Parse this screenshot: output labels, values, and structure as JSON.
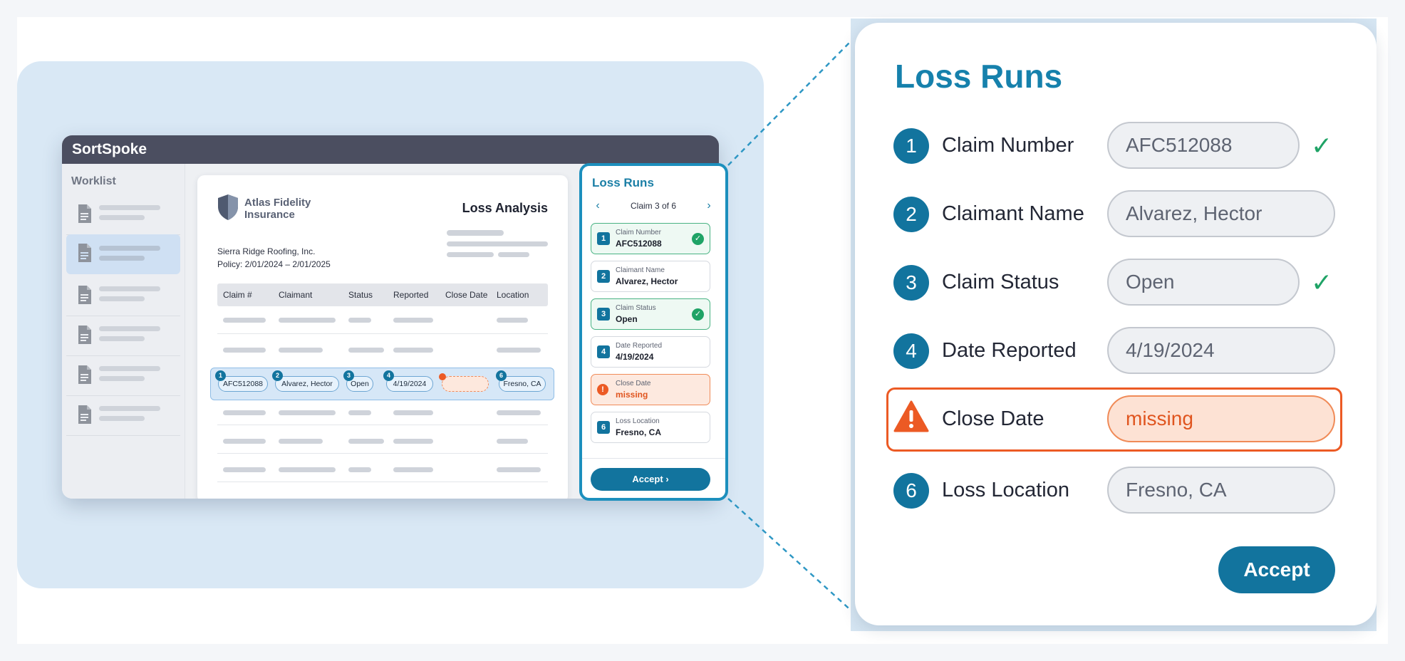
{
  "app": {
    "title": "SortSpoke",
    "sidebar_title": "Worklist"
  },
  "document": {
    "company": "Atlas Fidelity Insurance",
    "heading": "Loss Analysis",
    "insured": "Sierra Ridge Roofing, Inc.",
    "policy": "Policy: 2/01/2024 – 2/01/2025",
    "columns": [
      "Claim #",
      "Claimant",
      "Status",
      "Reported",
      "Close Date",
      "Location"
    ],
    "highlight_chips": [
      {
        "num": "1",
        "value": "AFC512088"
      },
      {
        "num": "2",
        "value": "Alvarez, Hector"
      },
      {
        "num": "3",
        "value": "Open"
      },
      {
        "num": "4",
        "value": "4/19/2024"
      },
      {
        "num": "6",
        "value": "Fresno, CA"
      }
    ]
  },
  "loss_runs_panel": {
    "title": "Loss Runs",
    "nav": "Claim 3 of 6",
    "prev_icon": "chevron-left-icon",
    "next_icon": "chevron-right-icon",
    "fields": [
      {
        "num": "1",
        "label": "Claim Number",
        "value": "AFC512088",
        "status": "ok"
      },
      {
        "num": "2",
        "label": "Claimant Name",
        "value": "Alvarez, Hector",
        "status": "none"
      },
      {
        "num": "3",
        "label": "Claim Status",
        "value": "Open",
        "status": "ok"
      },
      {
        "num": "4",
        "label": "Date Reported",
        "value": "4/19/2024",
        "status": "none"
      },
      {
        "num": "!",
        "label": "Close Date",
        "value": "missing",
        "status": "error"
      },
      {
        "num": "6",
        "label": "Loss Location",
        "value": "Fresno, CA",
        "status": "none"
      }
    ],
    "accept_label": "Accept"
  },
  "zoom_panel": {
    "title": "Loss Runs",
    "fields": [
      {
        "num": "1",
        "label": "Claim Number",
        "value": "AFC512088",
        "status": "ok"
      },
      {
        "num": "2",
        "label": "Claimant Name",
        "value": "Alvarez, Hector",
        "status": "none"
      },
      {
        "num": "3",
        "label": "Claim Status",
        "value": "Open",
        "status": "ok"
      },
      {
        "num": "4",
        "label": "Date Reported",
        "value": "4/19/2024",
        "status": "none"
      },
      {
        "num": "",
        "label": "Close Date",
        "value": "missing",
        "status": "error"
      },
      {
        "num": "6",
        "label": "Loss Location",
        "value": "Fresno, CA",
        "status": "none"
      }
    ],
    "accept_label": "Accept"
  },
  "colors": {
    "brand": "#12749e",
    "title_blue": "#1681ac",
    "success": "#1fa366",
    "error": "#ec5a24",
    "titlebar": "#4b4e60"
  }
}
